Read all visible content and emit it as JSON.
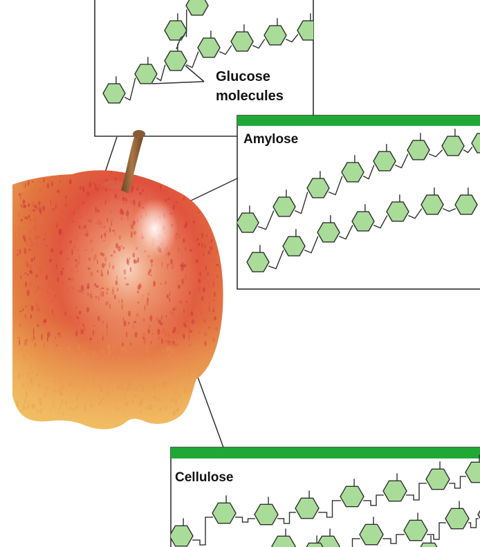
{
  "diagram": {
    "glucose_label_line1": "Glucose",
    "glucose_label_line2": "molecules",
    "amylose_label": "Amylose",
    "cellulose_label": "Cellulose"
  },
  "colors": {
    "panel_bar": "#1fa836",
    "glucose_fill": "#a9dc98",
    "outline": "#2e2e2e",
    "apple_red": "#d8403a",
    "apple_yellow": "#f2c063",
    "stem": "#8a5a33"
  },
  "icons": {
    "apple": "apple-photo",
    "glucose_ring": "hexagon-ring"
  }
}
